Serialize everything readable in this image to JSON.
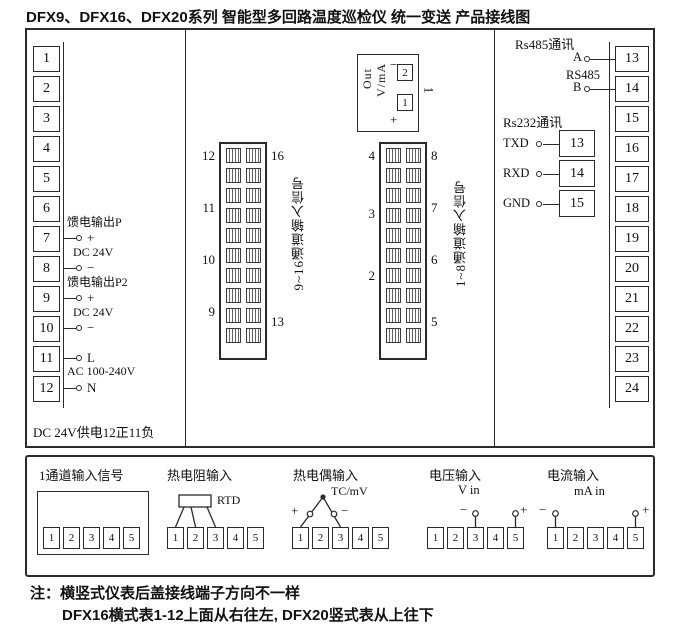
{
  "title": "DFX9、DFX16、DFX20系列 智能型多回路温度巡检仪 统一变送 产品接线图",
  "main": {
    "left_strip": {
      "terminals": [
        "1",
        "2",
        "3",
        "4",
        "5",
        "6",
        "7",
        "8",
        "9",
        "10",
        "11",
        "12"
      ],
      "feed_out_p": "馈电输出P",
      "tap7": "+",
      "dc24v_a": "DC 24V",
      "tap8": "−",
      "feed_out_p2": "馈电输出P2",
      "tap9": "+",
      "dc24v_b": "DC 24V",
      "tap10": "−",
      "tap11": "L",
      "ac_supply": "AC 100-240V",
      "tap12": "N",
      "supply_note": "DC 24V供电12正11负"
    },
    "right_strip": {
      "terminals": [
        "13",
        "14",
        "15",
        "16",
        "17",
        "18",
        "19",
        "20",
        "21",
        "22",
        "23",
        "24"
      ]
    },
    "rs485": {
      "title": "Rs485通讯",
      "line_a": "A",
      "label": "RS485",
      "line_b": "B"
    },
    "rs232": {
      "title": "Rs232通讯",
      "rows": [
        {
          "label": "TXD",
          "pin": "13"
        },
        {
          "label": "RXD",
          "pin": "14"
        },
        {
          "label": "GND",
          "pin": "15"
        }
      ]
    },
    "out_block": {
      "name": "Out",
      "unit": "V/mA",
      "minus": "−",
      "plus": "+",
      "pin_top": "2",
      "pin_bottom": "1",
      "tag": "1"
    },
    "connector_9_16": {
      "label": "9~16通道输入信号",
      "left_pins": [
        "12",
        "11",
        "10",
        "9"
      ],
      "right_pins": [
        "16",
        "13"
      ]
    },
    "connector_1_8": {
      "label": "1~8通道输入信号",
      "left_pins": [
        "4",
        "3",
        "2"
      ],
      "right_pins": [
        "8",
        "7",
        "6",
        "5"
      ]
    }
  },
  "bottom_panel": {
    "channel1": {
      "title": "1通道输入信号",
      "pins": [
        "1",
        "2",
        "3",
        "4",
        "5"
      ]
    },
    "rtd": {
      "title": "热电阻输入",
      "symbol_label": "RTD",
      "pins": [
        "1",
        "2",
        "3",
        "4",
        "5"
      ]
    },
    "tc": {
      "title": "热电偶输入",
      "symbol_label": "TC/mV",
      "plus": "+",
      "minus": "−",
      "pins": [
        "1",
        "2",
        "3",
        "4",
        "5"
      ]
    },
    "voltage": {
      "title": "电压输入",
      "symbol_label": "V in",
      "plus": "+",
      "minus": "−",
      "pins": [
        "1",
        "2",
        "3",
        "4",
        "5"
      ]
    },
    "current": {
      "title": "电流输入",
      "symbol_label": "mA in",
      "plus": "+",
      "minus": "−",
      "pins": [
        "1",
        "2",
        "3",
        "4",
        "5"
      ]
    }
  },
  "notes": {
    "line1": "注：横竖式仪表后盖接线端子方向不一样",
    "line2": "DFX16横式表1-12上面从右往左, DFX20竖式表从上往下"
  },
  "colors": {
    "line": "#2b2b2b",
    "text": "#111111",
    "background": "#ffffff"
  }
}
